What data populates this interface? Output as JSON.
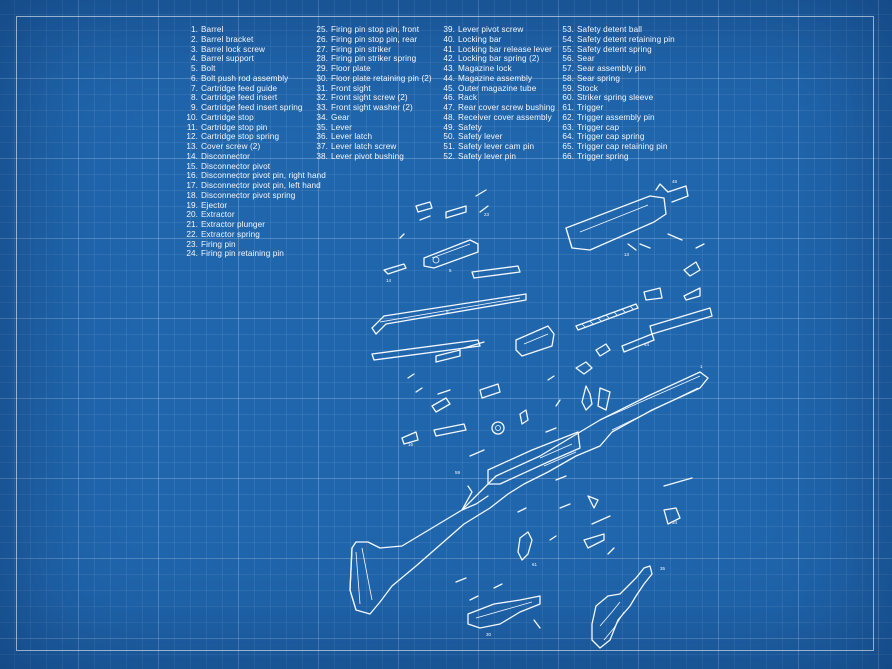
{
  "legend": {
    "columns": [
      [
        {
          "num": "1.",
          "label": "Barrel"
        },
        {
          "num": "2.",
          "label": "Barrel bracket"
        },
        {
          "num": "3.",
          "label": "Barrel lock screw"
        },
        {
          "num": "4.",
          "label": "Barrel support"
        },
        {
          "num": "5.",
          "label": "Bolt"
        },
        {
          "num": "6.",
          "label": "Bolt push rod assembly"
        },
        {
          "num": "7.",
          "label": "Cartridge feed guide"
        },
        {
          "num": "8.",
          "label": "Cartridge feed insert"
        },
        {
          "num": "9.",
          "label": "Cartridge feed insert spring"
        },
        {
          "num": "10.",
          "label": "Cartridge stop"
        },
        {
          "num": "11.",
          "label": "Cartridge stop pin"
        },
        {
          "num": "12.",
          "label": "Cartridge stop spring"
        },
        {
          "num": "13.",
          "label": "Cover screw (2)"
        },
        {
          "num": "14.",
          "label": "Disconnector"
        },
        {
          "num": "15.",
          "label": "Disconnector pivot"
        },
        {
          "num": "16.",
          "label": "Disconnector pivot pin, right hand"
        },
        {
          "num": "17.",
          "label": "Disconnector pivot pin, left hand"
        },
        {
          "num": "18.",
          "label": "Disconnector pivot spring"
        },
        {
          "num": "19.",
          "label": "Ejector"
        },
        {
          "num": "20.",
          "label": "Extractor"
        },
        {
          "num": "21.",
          "label": "Extractor plunger"
        },
        {
          "num": "22.",
          "label": "Extractor spring"
        },
        {
          "num": "23.",
          "label": "Firing pin"
        },
        {
          "num": "24.",
          "label": "Firing pin retaining pin"
        }
      ],
      [
        {
          "num": "25.",
          "label": "Firing pin stop pin, front"
        },
        {
          "num": "26.",
          "label": "Firing pin stop pin, rear"
        },
        {
          "num": "27.",
          "label": "Firing pin striker"
        },
        {
          "num": "28.",
          "label": "Firing pin striker spring"
        },
        {
          "num": "29.",
          "label": "Floor plate"
        },
        {
          "num": "30.",
          "label": "Floor plate retaining pin (2)"
        },
        {
          "num": "31.",
          "label": "Front sight"
        },
        {
          "num": "32.",
          "label": "Front sight screw (2)"
        },
        {
          "num": "33.",
          "label": "Front sight washer (2)"
        },
        {
          "num": "34.",
          "label": "Gear"
        },
        {
          "num": "35.",
          "label": "Lever"
        },
        {
          "num": "36.",
          "label": "Lever latch"
        },
        {
          "num": "37.",
          "label": "Lever latch screw"
        },
        {
          "num": "38.",
          "label": "Lever pivot bushing"
        }
      ],
      [
        {
          "num": "39.",
          "label": "Lever pivot screw"
        },
        {
          "num": "40.",
          "label": "Locking bar"
        },
        {
          "num": "41.",
          "label": "Locking bar release lever"
        },
        {
          "num": "42.",
          "label": "Locking bar spring (2)"
        },
        {
          "num": "43.",
          "label": "Magazine lock"
        },
        {
          "num": "44.",
          "label": "Magazine assembly"
        },
        {
          "num": "45.",
          "label": "Outer magazine tube"
        },
        {
          "num": "46.",
          "label": "Rack"
        },
        {
          "num": "47.",
          "label": "Rear cover screw bushing"
        },
        {
          "num": "48.",
          "label": "Receiver cover assembly"
        },
        {
          "num": "49.",
          "label": "Safety"
        },
        {
          "num": "50.",
          "label": "Safety lever"
        },
        {
          "num": "51.",
          "label": "Safety lever cam pin"
        },
        {
          "num": "52.",
          "label": "Safety lever pin"
        }
      ],
      [
        {
          "num": "53.",
          "label": "Safety detent ball"
        },
        {
          "num": "54.",
          "label": "Safety detent retaining pin"
        },
        {
          "num": "55.",
          "label": "Safety detent spring"
        },
        {
          "num": "56.",
          "label": "Sear"
        },
        {
          "num": "57.",
          "label": "Sear assembly pin"
        },
        {
          "num": "58.",
          "label": "Sear spring"
        },
        {
          "num": "59.",
          "label": "Stock"
        },
        {
          "num": "60.",
          "label": "Striker spring sleeve"
        },
        {
          "num": "61.",
          "label": "Trigger"
        },
        {
          "num": "62.",
          "label": "Trigger assembly pin"
        },
        {
          "num": "63.",
          "label": "Trigger cap"
        },
        {
          "num": "64.",
          "label": "Trigger cap spring"
        },
        {
          "num": "65.",
          "label": "Trigger cap retaining pin"
        },
        {
          "num": "66.",
          "label": "Trigger spring"
        }
      ]
    ]
  },
  "callouts": {
    "c1": "1",
    "c5": "5",
    "c6": "6",
    "c14": "14",
    "c16": "16",
    "c23": "23",
    "c30": "30",
    "c35": "35",
    "c44": "44",
    "c48": "48",
    "c59": "59",
    "c61": "61",
    "c13": "13",
    "c34": "34"
  },
  "colors": {
    "paper": "#2066ad",
    "ink": "#f4f8ff",
    "grid": "rgba(255,255,255,0.16)"
  }
}
